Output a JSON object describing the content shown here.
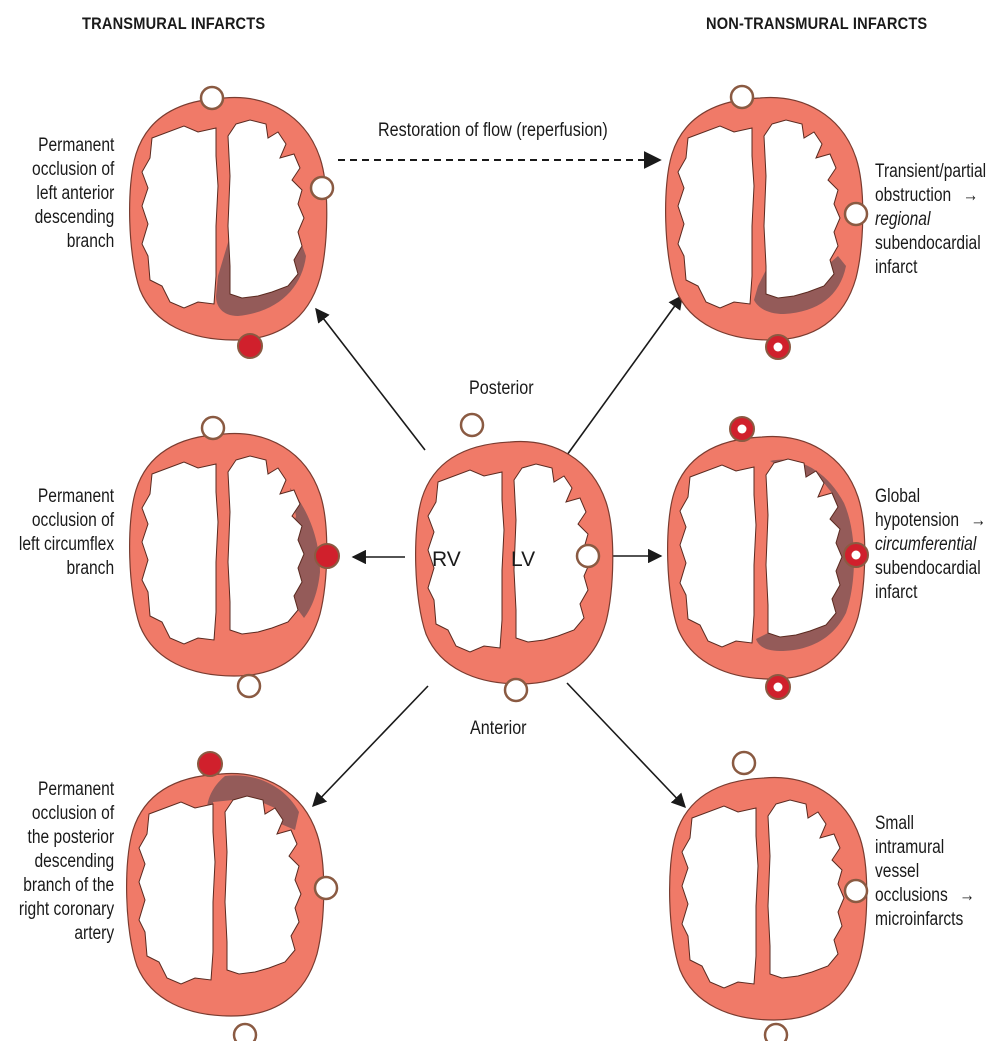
{
  "headers": {
    "left": "TRANSMURAL INFARCTS",
    "right": "NON-TRANSMURAL INFARCTS"
  },
  "reperfusion_label": "Restoration of flow (reperfusion)",
  "center": {
    "posterior": "Posterior",
    "anterior": "Anterior",
    "rv": "RV",
    "lv": "LV"
  },
  "left_labels": [
    {
      "lines": [
        "Permanent",
        "occlusion of",
        "left anterior",
        "descending",
        "branch"
      ]
    },
    {
      "lines": [
        "Permanent",
        "occlusion of",
        "left circumflex",
        "branch"
      ]
    },
    {
      "lines": [
        "Permanent",
        "occlusion of",
        "the posterior",
        "descending",
        "branch of the",
        "right coronary",
        "artery"
      ]
    }
  ],
  "right_labels": [
    {
      "line1": "Transient/partial",
      "line2": "obstruction",
      "arrow": "→",
      "italic": "regional",
      "line4": "subendocardial",
      "line5": "infarct"
    },
    {
      "line1": "Global",
      "line2": "hypotension",
      "arrow": "→",
      "italic": "circumferential",
      "line4": "subendocardial",
      "line5": "infarct"
    },
    {
      "line1": "Small",
      "line2": "intramural",
      "line3": "vessel",
      "line4": "occlusions",
      "arrow": "→",
      "line5": "microinfarcts"
    }
  ],
  "colors": {
    "myocardium": "#f07a68",
    "infarct": "#8c5858",
    "occluded_vessel": "#d0202c",
    "vessel_outline": "#8a5a42",
    "vessel_fill": "#ffffff"
  }
}
